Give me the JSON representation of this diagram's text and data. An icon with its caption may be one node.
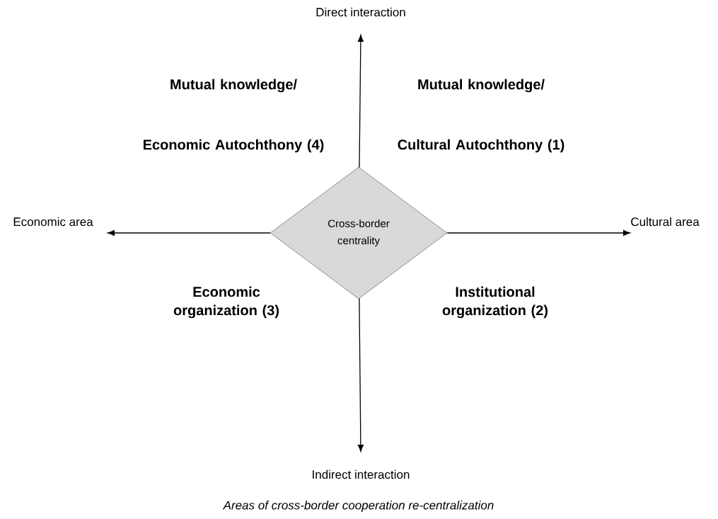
{
  "diagram": {
    "caption": "Areas of cross-border cooperation re-centralization",
    "nodes": [
      {
        "text": [
          "Cross-border centrality"
        ]
      },
      {
        "text": [
          "Direct interaction"
        ]
      },
      {
        "text": [
          "Cultural area"
        ]
      },
      {
        "text": [
          "Indirect interaction"
        ]
      },
      {
        "text": [
          "Economic area"
        ]
      }
    ],
    "edges": [
      {
        "from": 0,
        "to": 1,
        "arrow": "to"
      },
      {
        "from": 0,
        "to": 2,
        "arrow": "to"
      },
      {
        "from": 0,
        "to": 3,
        "arrow": "to"
      },
      {
        "from": 0,
        "to": 4,
        "arrow": "to"
      }
    ],
    "labels": [
      "Mutual knowledge/",
      "Mutual knowledge/",
      "Economic Autochthony (4)",
      "Cultural Autochthony (1)",
      "Economic organization (3)",
      "Institutional organization (2)"
    ]
  }
}
